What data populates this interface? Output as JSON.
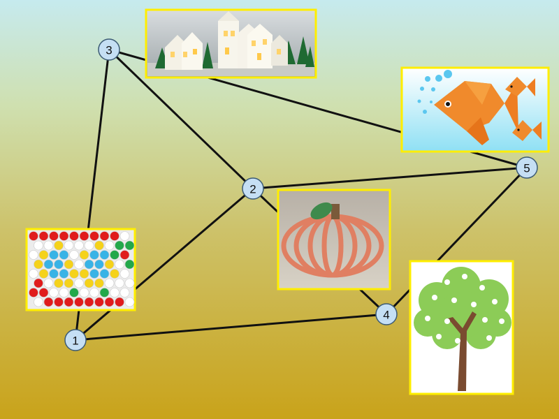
{
  "colors": {
    "edge": "#111111",
    "node_fill": "#c5dff4",
    "node_stroke": "#3b5a74",
    "frame": "#ffee00"
  },
  "nodes": [
    {
      "id": "1",
      "label": "1"
    },
    {
      "id": "2",
      "label": "2"
    },
    {
      "id": "3",
      "label": "3"
    },
    {
      "id": "4",
      "label": "4"
    },
    {
      "id": "5",
      "label": "5"
    }
  ],
  "edges": [
    {
      "from": "1",
      "to": "2"
    },
    {
      "from": "1",
      "to": "3"
    },
    {
      "from": "1",
      "to": "4"
    },
    {
      "from": "2",
      "to": "3"
    },
    {
      "from": "2",
      "to": "4"
    },
    {
      "from": "2",
      "to": "5"
    },
    {
      "from": "3",
      "to": "5"
    },
    {
      "from": "4",
      "to": "5"
    }
  ],
  "pictures": [
    {
      "name": "mosaic-picture",
      "near": "1"
    },
    {
      "name": "paper-pumpkin-picture",
      "near": "2"
    },
    {
      "name": "paper-houses-picture",
      "near": "3"
    },
    {
      "name": "tree-picture",
      "near": "4"
    },
    {
      "name": "origami-fish-picture",
      "near": "5"
    }
  ]
}
